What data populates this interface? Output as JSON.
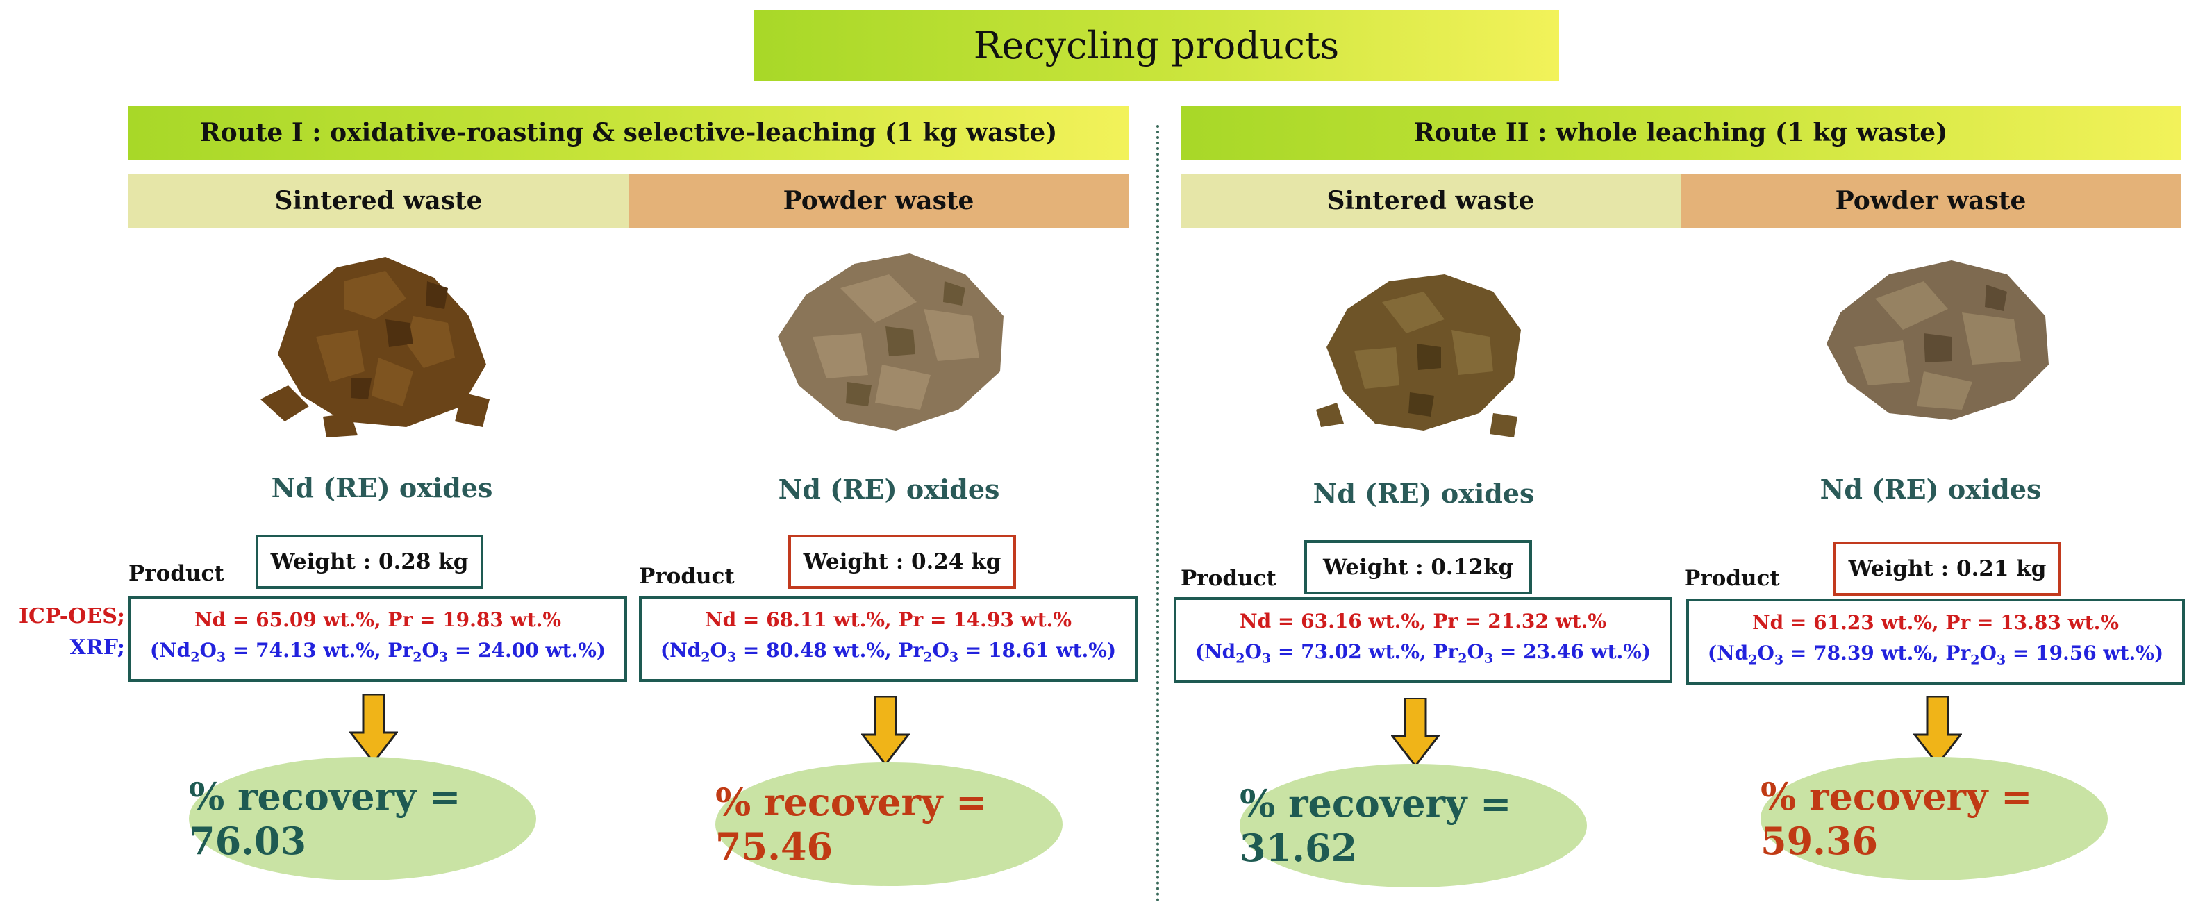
{
  "title": "Recycling products",
  "routes": [
    {
      "label": "Route I : oxidative-roasting & selective-leaching (1 kg waste)",
      "columns": [
        {
          "header": "Sintered waste",
          "oxide_label": "Nd (RE) oxides",
          "product_label": "Product",
          "weight": "Weight : 0.28 kg",
          "icp_line": "Nd = 65.09 wt.%, Pr = 19.83 wt.%",
          "xrf": {
            "nd_prefix": "(Nd",
            "nd_sub1": "2",
            "nd_o": "O",
            "nd_sub2": "3",
            "nd_value": " = 74.13 wt.%, Pr",
            "pr_sub1": "2",
            "pr_o": "O",
            "pr_sub2": "3",
            "pr_value": " = 24.00 wt.%)"
          },
          "recovery": "% recovery = 76.03",
          "powder_color": "#6a4418"
        },
        {
          "header": "Powder waste",
          "oxide_label": "Nd (RE) oxides",
          "product_label": "Product",
          "weight": "Weight : 0.24 kg",
          "icp_line": "Nd = 68.11 wt.%, Pr = 14.93 wt.%",
          "xrf": {
            "nd_prefix": "(Nd",
            "nd_sub1": "2",
            "nd_o": "O",
            "nd_sub2": "3",
            "nd_value": " = 80.48 wt.%, Pr",
            "pr_sub1": "2",
            "pr_o": "O",
            "pr_sub2": "3",
            "pr_value": " = 18.61 wt.%)"
          },
          "recovery": "% recovery = 75.46",
          "powder_color": "#8a7558"
        }
      ]
    },
    {
      "label": "Route II : whole leaching (1 kg waste)",
      "columns": [
        {
          "header": "Sintered waste",
          "oxide_label": "Nd (RE) oxides",
          "product_label": "Product",
          "weight": "Weight : 0.12kg",
          "icp_line": "Nd = 63.16 wt.%, Pr = 21.32 wt.%",
          "xrf": {
            "nd_prefix": "(Nd",
            "nd_sub1": "2",
            "nd_o": "O",
            "nd_sub2": "3",
            "nd_value": " = 73.02 wt.%, Pr",
            "pr_sub1": "2",
            "pr_o": "O",
            "pr_sub2": "3",
            "pr_value": " = 23.46 wt.%)"
          },
          "recovery": "% recovery = 31.62",
          "powder_color": "#6e5428"
        },
        {
          "header": "Powder waste",
          "oxide_label": "Nd (RE) oxides",
          "product_label": "Product",
          "weight": "Weight : 0.21 kg",
          "icp_line": "Nd = 61.23 wt.%, Pr = 13.83 wt.%",
          "xrf": {
            "nd_prefix": "(Nd",
            "nd_sub1": "2",
            "nd_o": "O",
            "nd_sub2": "3",
            "nd_value": " = 78.39 wt.%, Pr",
            "pr_sub1": "2",
            "pr_o": "O",
            "pr_sub2": "3",
            "pr_value": " = 19.56 wt.%)"
          },
          "recovery": "% recovery = 59.36",
          "powder_color": "#7e6a50"
        }
      ]
    }
  ],
  "method_labels": {
    "icp": "ICP-OES;",
    "xrf": "XRF;"
  },
  "colors": {
    "teal": "#1e5a52",
    "red": "#c03a14",
    "blue": "#2222dd",
    "arrow": "#f0b418",
    "ellipse": "#c9e3a4"
  }
}
